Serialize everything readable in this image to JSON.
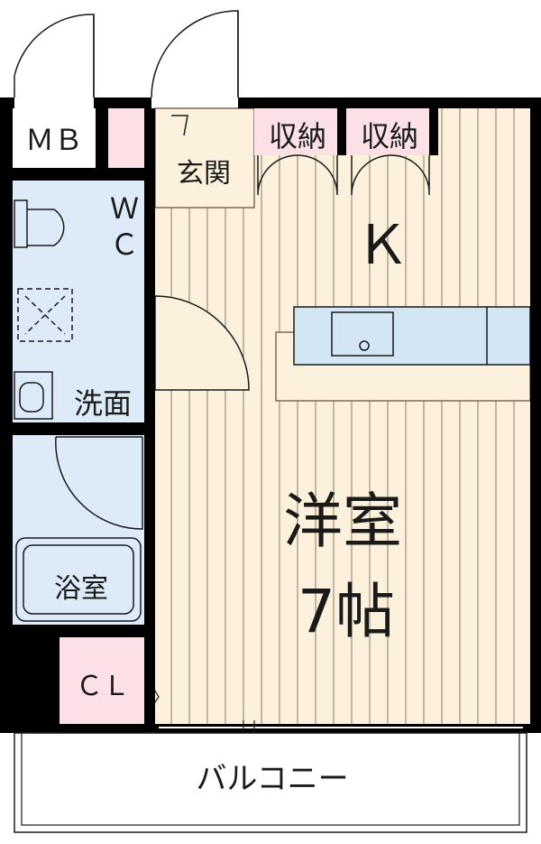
{
  "rooms": {
    "mb": "ＭＢ",
    "wc_w": "Ｗ",
    "wc_c": "Ｃ",
    "washroom": "洗面",
    "bath": "浴室",
    "closet": "ＣＬ",
    "entrance": "玄関",
    "storage_1": "収納",
    "storage_2": "収納",
    "kitchen": "Ｋ",
    "western_room": "洋室",
    "room_size": "7帖",
    "balcony": "バルコニー"
  },
  "colors": {
    "wall": "#000000",
    "wet_area": "#dcebf7",
    "floor": "#fbf1dc",
    "stripe": "#8a7a66",
    "pink_area": "#fbe1e6",
    "counter": "#d3e6f5"
  }
}
